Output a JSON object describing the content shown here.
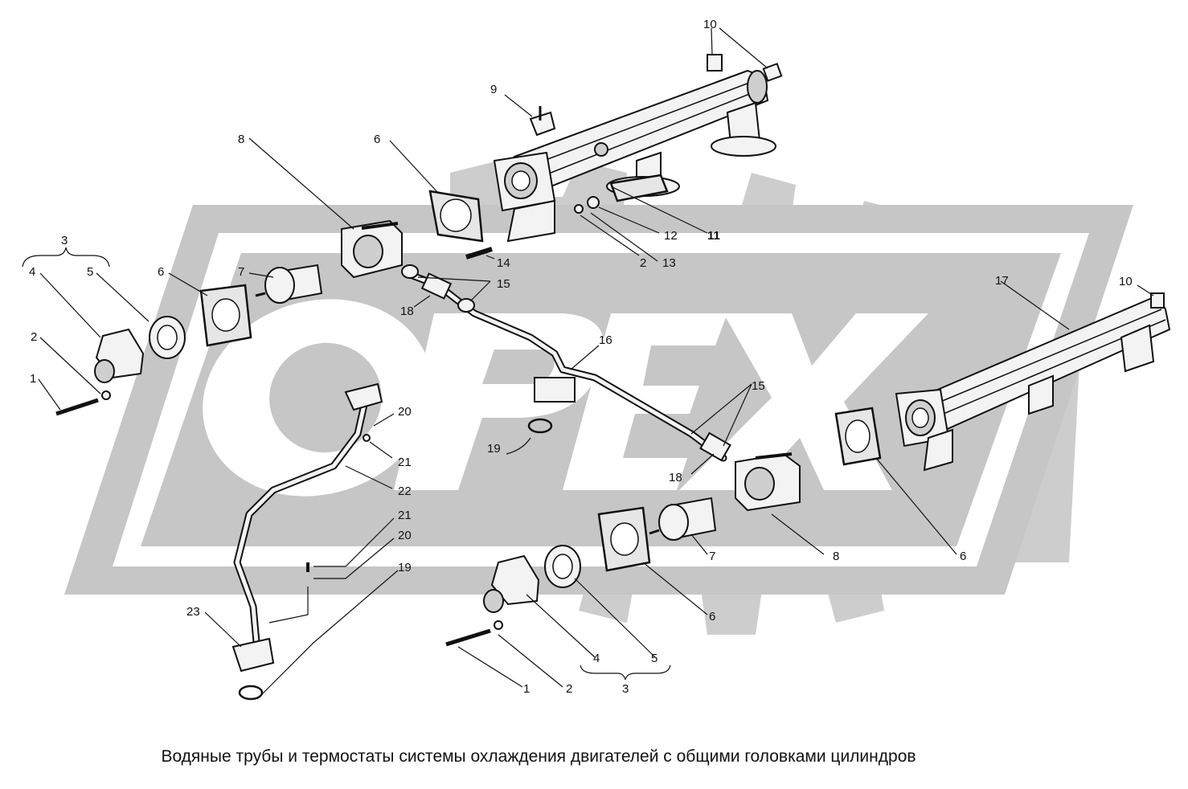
{
  "caption": "Водяные трубы и термостаты системы охлаждения двигателей с общими головками цилиндров",
  "watermark": {
    "brand": "OPEX",
    "color": "#c8c8c8"
  },
  "colors": {
    "line": "#111111",
    "background": "#ffffff",
    "watermark": "#c8c8c8"
  },
  "labels": {
    "l1a": "1",
    "l2a": "2",
    "l3a": "3",
    "l4a": "4",
    "l5a": "5",
    "l6a": "6",
    "l7a": "7",
    "l8a": "8",
    "l6b": "6",
    "l9": "9",
    "l10a": "10",
    "l11": "11",
    "l12": "12",
    "l2b": "2",
    "l13": "13",
    "l14": "14",
    "l15a": "15",
    "l18a": "18",
    "l16": "16",
    "l17": "17",
    "l10b": "10",
    "l15b": "15",
    "l18b": "18",
    "l19a": "19",
    "l20a": "20",
    "l21a": "21",
    "l22": "22",
    "l21b": "21",
    "l20b": "20",
    "l19b": "19",
    "l23": "23",
    "l7b": "7",
    "l8b": "8",
    "l6c": "6",
    "l6d": "6",
    "l1b": "1",
    "l2c": "2",
    "l4b": "4",
    "l5b": "5",
    "l3b": "3"
  }
}
